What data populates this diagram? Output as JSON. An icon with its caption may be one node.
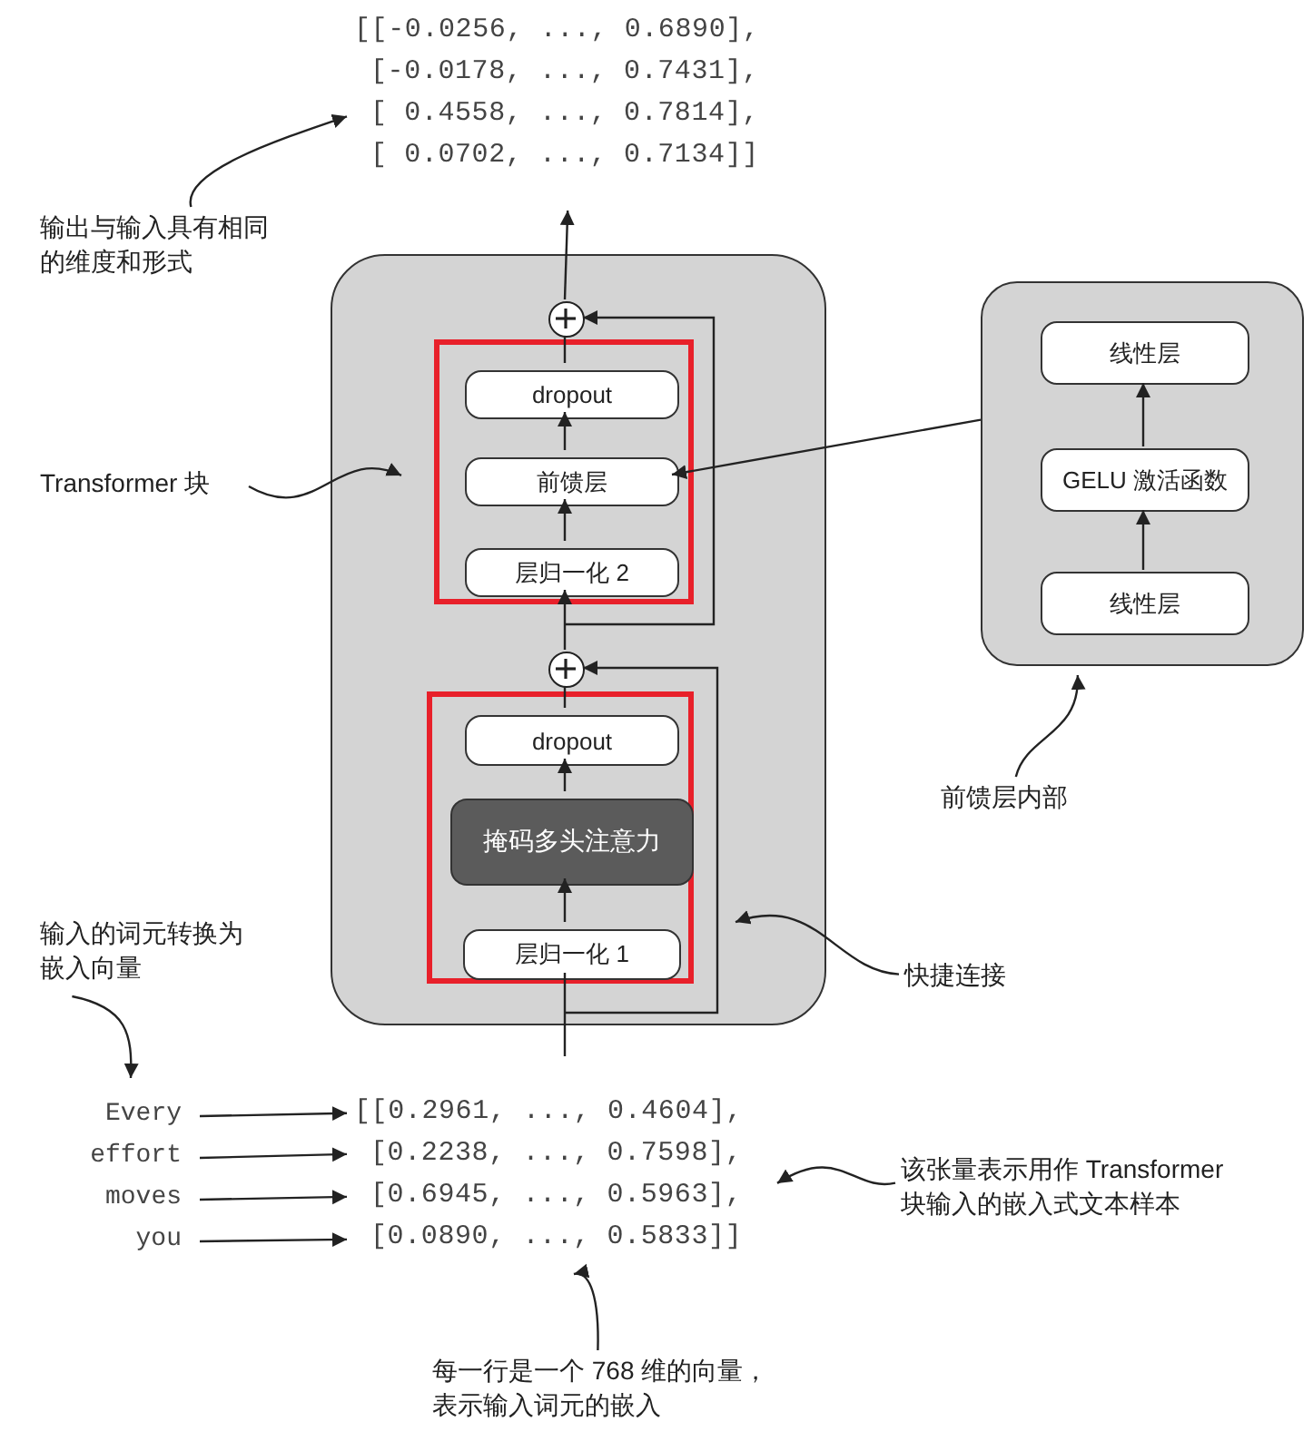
{
  "diagram": {
    "nodes": [
      {
        "text": [
          "[[-0.0256, ..., 0.6890],",
          "[-0.0178, ..., 0.7431],",
          "[ 0.4558, ..., 0.7814],",
          "[ 0.0702, ..., 0.7134]]"
        ]
      },
      {
        "text": [
          "输出与输入具有相同的维度和形式"
        ]
      },
      {
        "text": [],
        "shape": "box"
      },
      {
        "text": [],
        "shape": "circle",
        "in": 2
      },
      {
        "text": [],
        "shape": "box",
        "in": 2
      },
      {
        "text": [
          "dropout"
        ],
        "in": 4
      },
      {
        "text": [
          "前馈层"
        ],
        "in": 4
      },
      {
        "text": [
          "层归一化 2"
        ],
        "in": 4
      },
      {
        "text": [],
        "shape": "circle",
        "in": 2
      },
      {
        "text": [],
        "shape": "box",
        "in": 2
      },
      {
        "text": [
          "dropout"
        ],
        "in": 9
      },
      {
        "text": [
          "掩码多头注意力"
        ],
        "in": 9
      },
      {
        "text": [
          "层归一化 1"
        ],
        "in": 9
      },
      {
        "text": [
          "Transformer 块"
        ]
      },
      {
        "text": [],
        "shape": "box"
      },
      {
        "text": [
          "线性层"
        ],
        "in": 14
      },
      {
        "text": [
          "GELU 激活函数"
        ],
        "in": 14
      },
      {
        "text": [
          "线性层"
        ],
        "in": 14
      },
      {
        "text": [
          "前馈层内部"
        ]
      },
      {
        "text": [
          "快捷连接"
        ]
      },
      {
        "text": [
          "输入的词元转换为嵌入向量"
        ]
      },
      {
        "text": [
          "Every"
        ]
      },
      {
        "text": [
          "effort"
        ]
      },
      {
        "text": [
          "moves"
        ]
      },
      {
        "text": [
          "you"
        ]
      },
      {
        "text": [
          "[[0.2961, ..., 0.4604],",
          "[0.2238, ..., 0.7598],",
          "[0.6945, ..., 0.5963],",
          "[0.0890, ..., 0.5833]]"
        ]
      },
      {
        "text": [
          "该张量表示用作 Transformer 块输入的嵌入式文本样本"
        ]
      },
      {
        "text": [
          "每一行是一个 768 维的向量，表示输入词元的嵌入"
        ]
      }
    ],
    "edges": [
      {
        "from": 1,
        "to": 0,
        "arrow": "to"
      },
      {
        "from": 3,
        "to": 0,
        "arrow": "to"
      },
      {
        "from": 13,
        "to": 2,
        "arrow": "to"
      },
      {
        "from": 5,
        "to": 3,
        "arrow": "none"
      },
      {
        "from": 6,
        "to": 5,
        "arrow": "to"
      },
      {
        "from": 7,
        "to": 6,
        "arrow": "to"
      },
      {
        "from": 8,
        "to": 7,
        "arrow": "to"
      },
      {
        "from": 8,
        "to": 3,
        "arrow": "to"
      },
      {
        "from": 10,
        "to": 8,
        "arrow": "none"
      },
      {
        "from": 11,
        "to": 10,
        "arrow": "to"
      },
      {
        "from": 12,
        "to": 11,
        "arrow": "to"
      },
      {
        "from": null,
        "to": 12,
        "arrow": "none"
      },
      {
        "from": null,
        "to": 8,
        "arrow": "to"
      },
      {
        "from": 14,
        "to": 6,
        "arrow": "to"
      },
      {
        "from": 17,
        "to": 16,
        "arrow": "to"
      },
      {
        "from": 16,
        "to": 15,
        "arrow": "to"
      },
      {
        "from": 18,
        "to": 14,
        "arrow": "to"
      },
      {
        "from": 19,
        "to": 2,
        "arrow": "to"
      },
      {
        "from": 20,
        "to": 21,
        "arrow": "to"
      },
      {
        "from": 21,
        "to": 25,
        "arrow": "to"
      },
      {
        "from": 22,
        "to": 25,
        "arrow": "to"
      },
      {
        "from": 23,
        "to": 25,
        "arrow": "to"
      },
      {
        "from": 24,
        "to": 25,
        "arrow": "to"
      },
      {
        "from": 26,
        "to": 25,
        "arrow": "to"
      },
      {
        "from": 27,
        "to": 25,
        "arrow": "to"
      }
    ]
  }
}
